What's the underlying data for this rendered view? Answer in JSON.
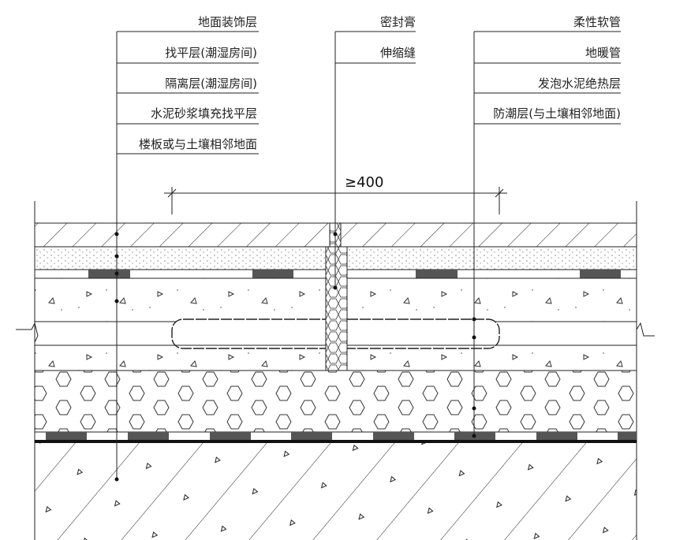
{
  "labels_left": [
    "地面装饰层",
    "找平层(潮湿房间)",
    "隔离层(潮湿房间)",
    "水泥砂浆填充找平层",
    "楼板或与土壤相邻地面"
  ],
  "labels_middle": [
    "密封膏",
    "伸缩缝"
  ],
  "labels_right": [
    "柔性软管",
    "地暖管",
    "发泡水泥绝热层",
    "防潮层(与土壤相邻地面)"
  ],
  "dimension": "≥400",
  "colors": {
    "line": "#111111",
    "block": "#555555"
  }
}
